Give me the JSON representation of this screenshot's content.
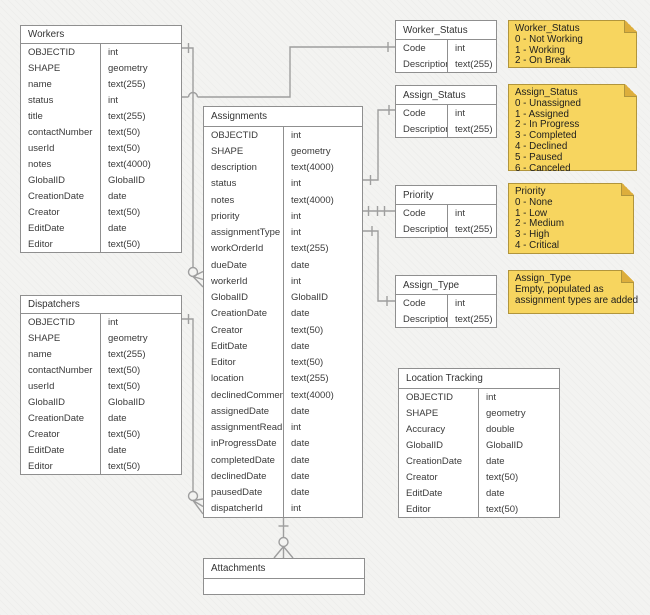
{
  "tables": {
    "workers": {
      "title": "Workers",
      "fields": [
        {
          "name": "OBJECTID",
          "type": "int"
        },
        {
          "name": "SHAPE",
          "type": "geometry"
        },
        {
          "name": "name",
          "type": "text(255)"
        },
        {
          "name": "status",
          "type": "int"
        },
        {
          "name": "title",
          "type": "text(255)"
        },
        {
          "name": "contactNumber",
          "type": "text(50)"
        },
        {
          "name": "userId",
          "type": "text(50)"
        },
        {
          "name": "notes",
          "type": "text(4000)"
        },
        {
          "name": "GlobalID",
          "type": "GlobalID"
        },
        {
          "name": "CreationDate",
          "type": "date"
        },
        {
          "name": "Creator",
          "type": "text(50)"
        },
        {
          "name": "EditDate",
          "type": "date"
        },
        {
          "name": "Editor",
          "type": "text(50)"
        }
      ]
    },
    "dispatchers": {
      "title": "Dispatchers",
      "fields": [
        {
          "name": "OBJECTID",
          "type": "int"
        },
        {
          "name": "SHAPE",
          "type": "geometry"
        },
        {
          "name": "name",
          "type": "text(255)"
        },
        {
          "name": "contactNumber",
          "type": "text(50)"
        },
        {
          "name": "userId",
          "type": "text(50)"
        },
        {
          "name": "GlobalID",
          "type": "GlobalID"
        },
        {
          "name": "CreationDate",
          "type": "date"
        },
        {
          "name": "Creator",
          "type": "text(50)"
        },
        {
          "name": "EditDate",
          "type": "date"
        },
        {
          "name": "Editor",
          "type": "text(50)"
        }
      ]
    },
    "assignments": {
      "title": "Assignments",
      "fields": [
        {
          "name": "OBJECTID",
          "type": "int"
        },
        {
          "name": "SHAPE",
          "type": "geometry"
        },
        {
          "name": "description",
          "type": "text(4000)"
        },
        {
          "name": "status",
          "type": "int"
        },
        {
          "name": "notes",
          "type": "text(4000)"
        },
        {
          "name": "priority",
          "type": "int"
        },
        {
          "name": "assignmentType",
          "type": "int"
        },
        {
          "name": "workOrderId",
          "type": "text(255)"
        },
        {
          "name": "dueDate",
          "type": "date"
        },
        {
          "name": "workerId",
          "type": "int"
        },
        {
          "name": "GlobalID",
          "type": "GlobalID"
        },
        {
          "name": "CreationDate",
          "type": "date"
        },
        {
          "name": "Creator",
          "type": "text(50)"
        },
        {
          "name": "EditDate",
          "type": "date"
        },
        {
          "name": "Editor",
          "type": "text(50)"
        },
        {
          "name": "location",
          "type": "text(255)"
        },
        {
          "name": "declinedComment",
          "type": "text(4000)"
        },
        {
          "name": "assignedDate",
          "type": "date"
        },
        {
          "name": "assignmentRead",
          "type": "int"
        },
        {
          "name": "inProgressDate",
          "type": "date"
        },
        {
          "name": "completedDate",
          "type": "date"
        },
        {
          "name": "declinedDate",
          "type": "date"
        },
        {
          "name": "pausedDate",
          "type": "date"
        },
        {
          "name": "dispatcherId",
          "type": "int"
        }
      ]
    },
    "worker_status": {
      "title": "Worker_Status",
      "fields": [
        {
          "name": "Code",
          "type": "int"
        },
        {
          "name": "Description",
          "type": "text(255)"
        }
      ]
    },
    "assign_status": {
      "title": "Assign_Status",
      "fields": [
        {
          "name": "Code",
          "type": "int"
        },
        {
          "name": "Description",
          "type": "text(255)"
        }
      ]
    },
    "priority": {
      "title": "Priority",
      "fields": [
        {
          "name": "Code",
          "type": "int"
        },
        {
          "name": "Description",
          "type": "text(255)"
        }
      ]
    },
    "assign_type": {
      "title": "Assign_Type",
      "fields": [
        {
          "name": "Code",
          "type": "int"
        },
        {
          "name": "Description",
          "type": "text(255)"
        }
      ]
    },
    "location_tracking": {
      "title": "Location Tracking",
      "fields": [
        {
          "name": "OBJECTID",
          "type": "int"
        },
        {
          "name": "SHAPE",
          "type": "geometry"
        },
        {
          "name": "Accuracy",
          "type": "double"
        },
        {
          "name": "GlobalID",
          "type": "GlobalID"
        },
        {
          "name": "CreationDate",
          "type": "date"
        },
        {
          "name": "Creator",
          "type": "text(50)"
        },
        {
          "name": "EditDate",
          "type": "date"
        },
        {
          "name": "Editor",
          "type": "text(50)"
        }
      ]
    },
    "attachments": {
      "title": "Attachments",
      "fields": []
    }
  },
  "notes": {
    "worker_status": {
      "title": "Worker_Status",
      "lines": [
        "0 - Not Working",
        "1 - Working",
        "2 - On Break"
      ]
    },
    "assign_status": {
      "title": "Assign_Status",
      "lines": [
        "0 - Unassigned",
        "1 - Assigned",
        "2 - In Progress",
        "3 - Completed",
        "4 - Declined",
        "5 - Paused",
        "6 - Canceled"
      ]
    },
    "priority": {
      "title": "Priority",
      "lines": [
        "0 - None",
        "1 - Low",
        "2 - Medium",
        "3 - High",
        "4 - Critical"
      ]
    },
    "assign_type": {
      "title": "Assign_Type",
      "lines": [
        "Empty, populated as",
        "assignment types are added"
      ]
    }
  },
  "colors": {
    "background": "#F3F3F1",
    "table_border": "#8F8F8F",
    "connector": "#9E9E9E",
    "text": "#333333",
    "note_fill": "#F7D55F",
    "note_fold": "#DDAE3C",
    "note_border": "#B1953C"
  }
}
